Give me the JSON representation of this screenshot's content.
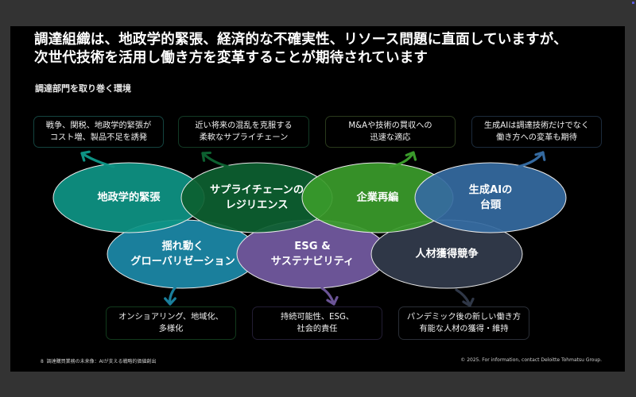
{
  "title": {
    "line1": "調達組織は、地政学的緊張、経済的な不確実性、リソース問題に直面していますが、",
    "line2": "次世代技術を活用し働き方を変革することが期待されています"
  },
  "subtitle": "調達部門を取り巻く環境",
  "top_boxes": [
    {
      "line1": "戦争、関税、地政学的緊張が",
      "line2": "コスト増、製品不足を誘発",
      "border": "#14433f"
    },
    {
      "line1": "近い将来の混乱を克服する",
      "line2": "柔軟なサプライチェーン",
      "border": "#123a25"
    },
    {
      "line1": "M&Aや技術の買収への",
      "line2": "迅速な適応",
      "border": "#2a3a1c"
    },
    {
      "line1": "生成AIは調達技術だけでなく",
      "line2": "働き方への変革も期待",
      "border": "#1c2b3c"
    }
  ],
  "ellipses": [
    {
      "line1": "地政学的緊張",
      "line2": "",
      "color": "#0e9384"
    },
    {
      "line1": "サプライチェーンの",
      "line2": "レジリエンス",
      "color": "#0d6030"
    },
    {
      "line1": "企業再編",
      "line2": "",
      "color": "#3a9b2b"
    },
    {
      "line1": "生成AIの",
      "line2": "台頭",
      "color": "#356aa0"
    },
    {
      "line1": "揺れ動く",
      "line2": "グローバリゼーション",
      "color": "#1a7f9c"
    },
    {
      "line1": "ESG &",
      "line2": "サステナビリティ",
      "color": "#6b5496"
    },
    {
      "line1": "人材獲得競争",
      "line2": "",
      "color": "#2f3747"
    }
  ],
  "bottom_boxes": [
    {
      "line1": "オンショアリング、地域化、",
      "line2": "多様化",
      "border": "#123a1c"
    },
    {
      "line1": "持続可能性、ESG、",
      "line2": "社会的責任",
      "border": "#221d33"
    },
    {
      "line1": "パンデミック後の新しい働き方",
      "line2": "有能な人材の獲得・維持",
      "border": "#2a2e36"
    }
  ],
  "footer": {
    "page_number": "8",
    "doc_title": "調達購買業務の未来像：AIが支える戦略的価値創出",
    "copyright": "© 2025. For information, contact Deloitte Tohmatsu Group."
  }
}
